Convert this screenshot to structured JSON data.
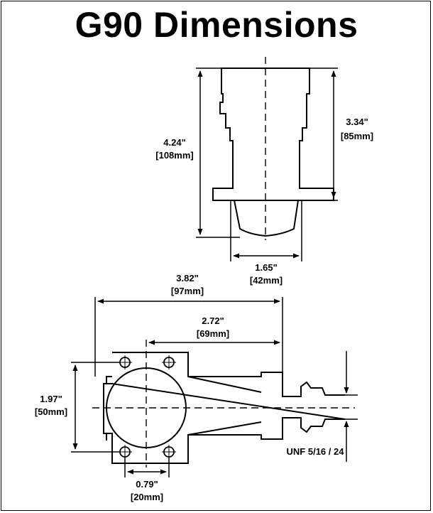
{
  "title": "G90 Dimensions",
  "labels": {
    "height_in": "4.24\"",
    "height_mm": "[108mm]",
    "body_in": "3.34\"",
    "body_mm": "[85mm]",
    "width_in": "1.65\"",
    "width_mm": "[42mm]",
    "length_in": "3.82\"",
    "length_mm": "[97mm]",
    "mount_in": "2.72\"",
    "mount_mm": "[69mm]",
    "span_in": "1.97\"",
    "span_mm": "[50mm]",
    "hole_in": "0.79\"",
    "hole_mm": "[20mm]",
    "thread": "UNF 5/16 / 24"
  },
  "colors": {
    "ink": "#000000",
    "paper": "#ffffff"
  }
}
